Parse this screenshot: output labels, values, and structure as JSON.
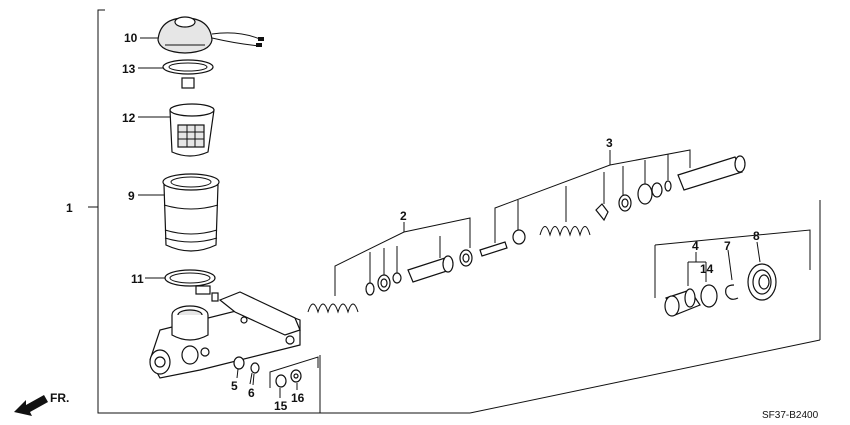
{
  "diagram": {
    "part_numbers": {
      "p1": "1",
      "p2": "2",
      "p3": "3",
      "p4": "4",
      "p5": "5",
      "p6": "6",
      "p7": "7",
      "p8": "8",
      "p9": "9",
      "p10": "10",
      "p11": "11",
      "p12": "12",
      "p13": "13",
      "p14": "14",
      "p15": "15",
      "p16": "16"
    },
    "front_marker": "FR.",
    "drawing_code": "SF37-B2400"
  }
}
